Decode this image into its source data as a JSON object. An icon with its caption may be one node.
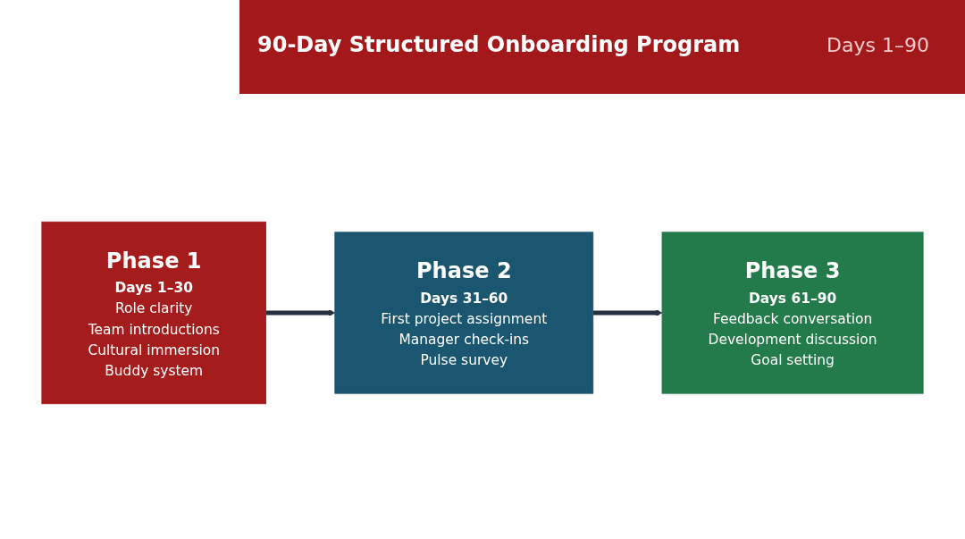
{
  "diagram": {
    "title": "90-Day Structured Onboarding Program",
    "nodes": [
      {
        "text": [
          "Phase 1",
          "Days 1–30",
          "Role clarity",
          "Team introductions",
          "Cultural immersion",
          "Buddy system"
        ]
      },
      {
        "text": [
          "Phase 2",
          "Days 31–60",
          "First project assignment",
          "Manager check-ins",
          "Pulse survey"
        ]
      },
      {
        "text": [
          "Phase 3",
          "Days 61–90",
          "Feedback conversation",
          "Development discussion",
          "Goal setting"
        ]
      }
    ],
    "edges": [
      {
        "from": 0,
        "to": 1,
        "arrow": "to"
      },
      {
        "from": 1,
        "to": 2,
        "arrow": "to"
      }
    ],
    "labels": [
      "Days 1–90"
    ]
  }
}
